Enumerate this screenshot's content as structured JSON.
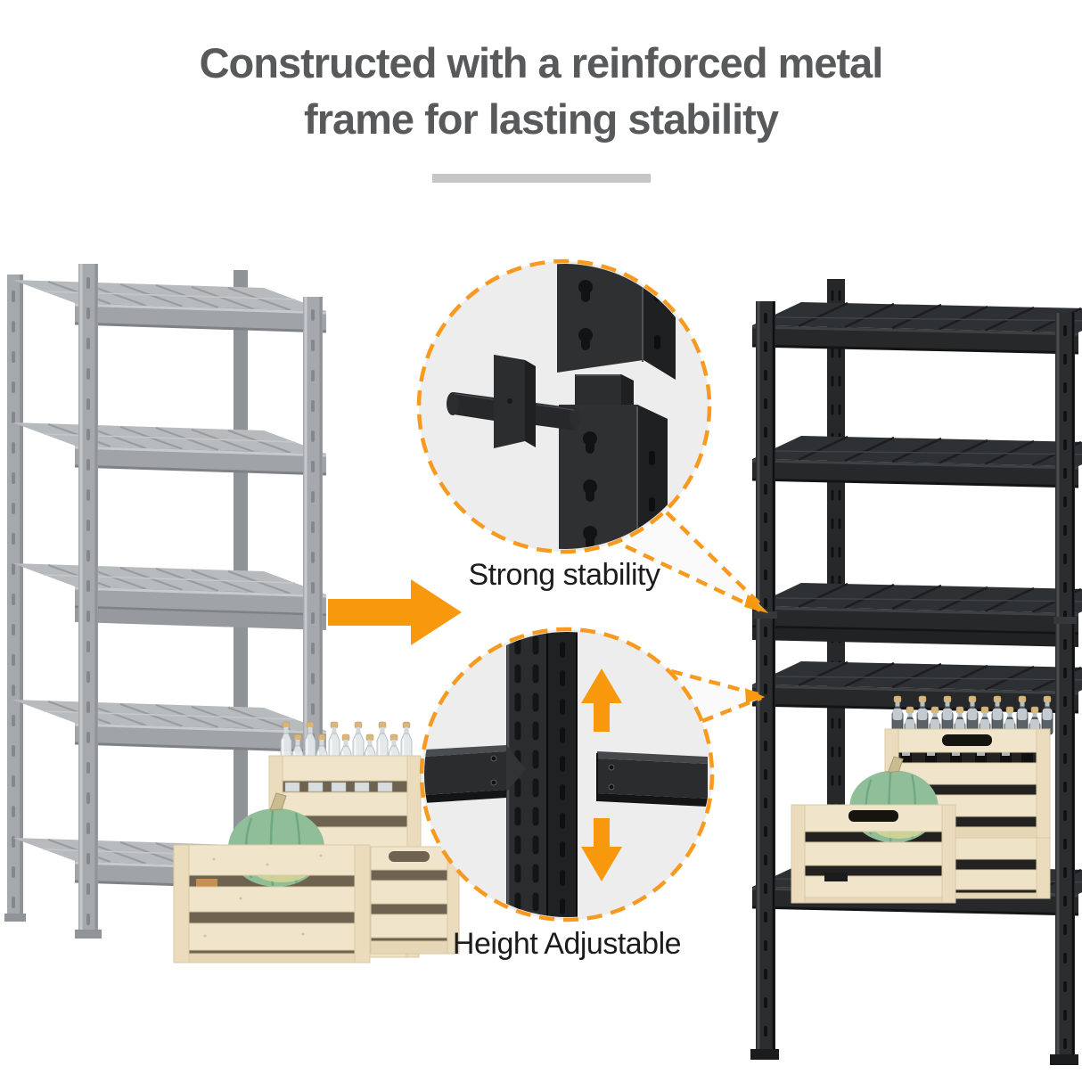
{
  "title": {
    "line1": "Constructed with a reinforced metal",
    "line2": "frame for lasting stability"
  },
  "callouts": {
    "strong_stability": {
      "label": "Strong stability"
    },
    "height_adjustable": {
      "label": "Height Adjustable"
    }
  },
  "icons": {
    "transform_arrow": "right-arrow",
    "height_up": "up-arrow",
    "height_down": "down-arrow"
  },
  "colors": {
    "accent_orange": "#F8990D",
    "callout_dash": "#F79A1F",
    "callout_fill": "#EDEDEE",
    "title_text": "#58595B",
    "label_text": "#1C1C1C",
    "divider": "#C6C6C6",
    "black_shelf": "#2B2D2F",
    "gray_shelf": "#A5A9AD",
    "crate_wood": "#F0E5CB",
    "pumpkin_green": "#8FBE98",
    "background": "#FFFFFF"
  }
}
